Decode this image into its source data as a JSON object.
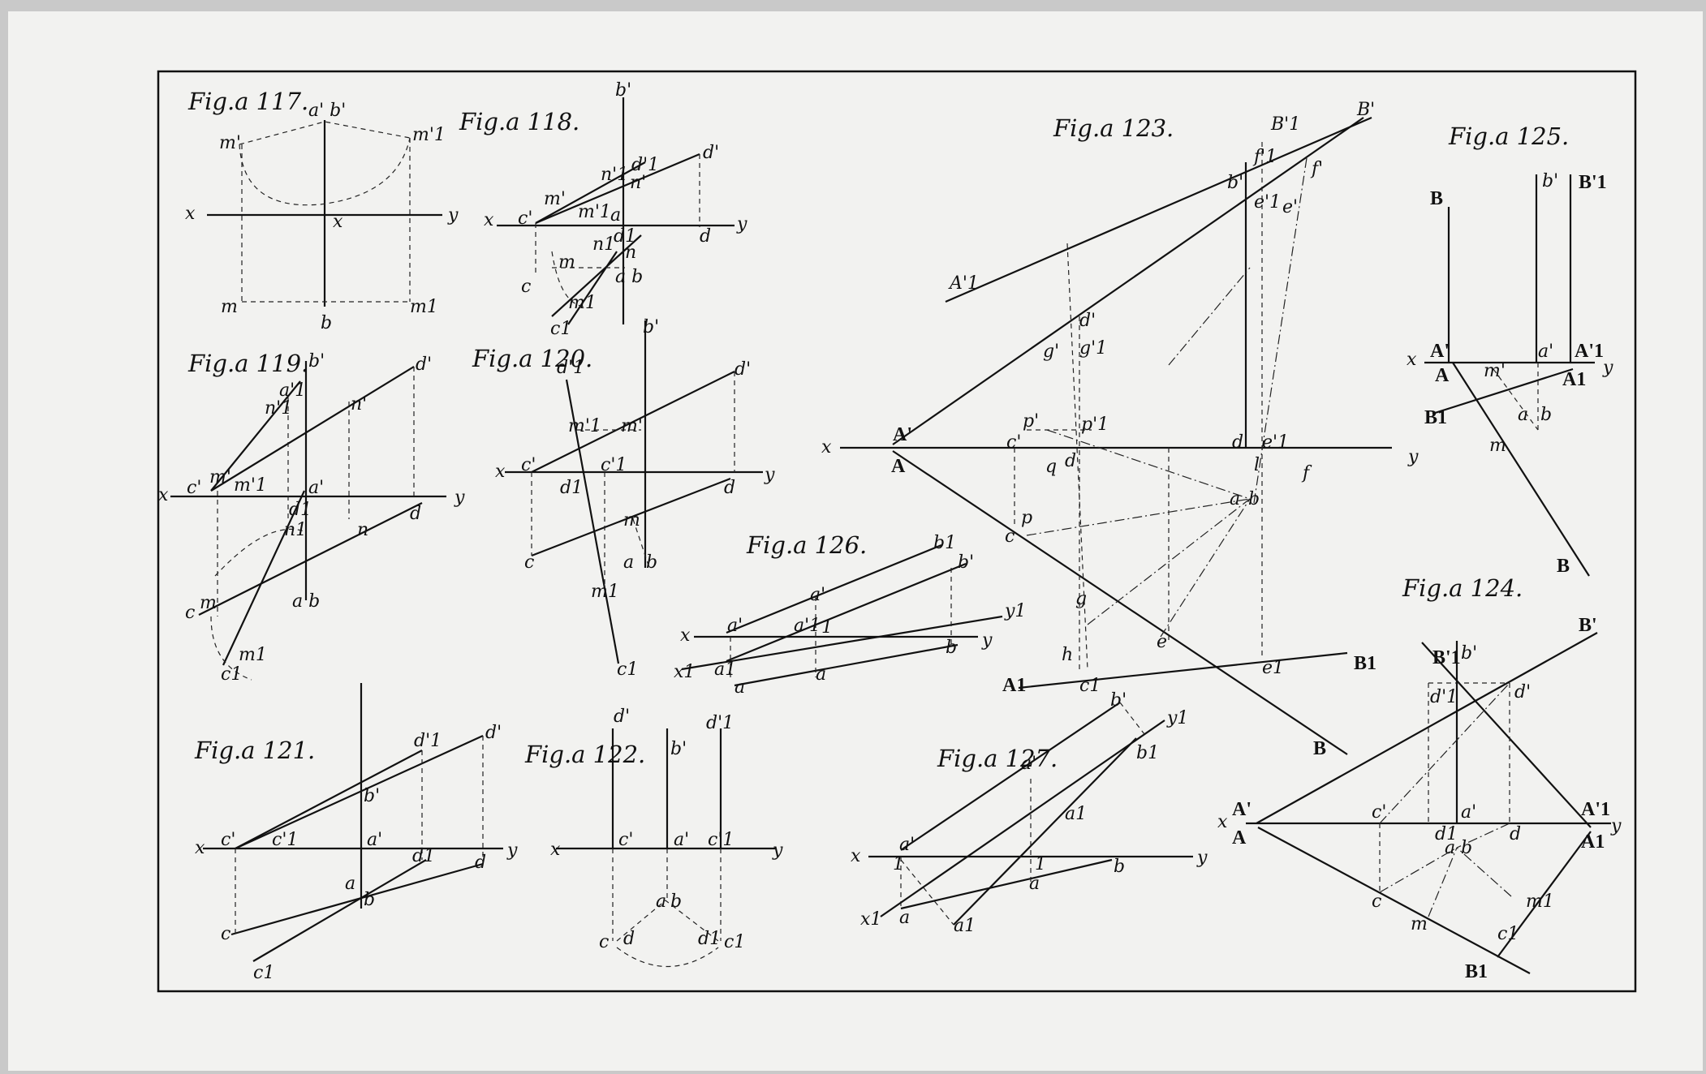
{
  "figures": [
    {
      "id": "117",
      "title": "Fig.a 117.",
      "labels": [
        "a' b'",
        "m'",
        "m'1",
        "x",
        "y",
        "x",
        "m",
        "b",
        "m1"
      ]
    },
    {
      "id": "118",
      "title": "Fig.a 118.",
      "labels": [
        "b'",
        "d'1",
        "d'",
        "n'1",
        "n'",
        "x",
        "c'",
        "m'",
        "m'1",
        "a'",
        "y",
        "d",
        "d1",
        "n1",
        "n",
        "c",
        "m",
        "a b",
        "c1",
        "m1"
      ]
    },
    {
      "id": "119",
      "title": "Fig.a 119.",
      "labels": [
        "a'1",
        "b'",
        "d'",
        "n'1",
        "n'",
        "x",
        "c'",
        "m'",
        "m'1",
        "a'",
        "y",
        "d1",
        "n1",
        "n",
        "d",
        "a b",
        "c",
        "m",
        "m1",
        "c1"
      ]
    },
    {
      "id": "120",
      "title": "Fig.a 120.",
      "labels": [
        "d'1",
        "b'",
        "d'",
        "m'1",
        "m'",
        "x",
        "c'",
        "c'1",
        "d1",
        "y",
        "d",
        "m",
        "a",
        "b",
        "c",
        "m1",
        "c1"
      ]
    },
    {
      "id": "121",
      "title": "Fig.a 121.",
      "labels": [
        "d'",
        "d'1",
        "b'",
        "x",
        "c'",
        "c'1",
        "a'",
        "y",
        "d1",
        "d",
        "a",
        "b",
        "c",
        "c1"
      ]
    },
    {
      "id": "122",
      "title": "Fig.a 122.",
      "labels": [
        "d'",
        "b'",
        "d'1",
        "x",
        "c'",
        "a'",
        "c'1",
        "y",
        "a",
        "b",
        "c",
        "d",
        "d1",
        "c1"
      ]
    },
    {
      "id": "123",
      "title": "Fig.a 123.",
      "labels": [
        "B'1",
        "B'",
        "A'1",
        "b'",
        "f'1",
        "f'",
        "e'1",
        "e'",
        "d'",
        "g'",
        "g'1",
        "x",
        "A'",
        "A",
        "p'",
        "p'1",
        "c'",
        "d",
        "e'1",
        "y",
        "q",
        "d",
        "a",
        "b",
        "l",
        "f",
        "c",
        "p",
        "g",
        "h",
        "A1",
        "c1",
        "e",
        "e1",
        "B1",
        "B"
      ]
    },
    {
      "id": "124",
      "title": "Fig.a 124.",
      "labels": [
        "B'1",
        "b'",
        "B'",
        "d'1",
        "d'",
        "x",
        "A'",
        "A",
        "c'",
        "a'",
        "A'1",
        "y",
        "d1",
        "d",
        "A1",
        "a",
        "b",
        "c",
        "m1",
        "m",
        "c1",
        "B1"
      ]
    },
    {
      "id": "125",
      "title": "Fig.a 125.",
      "labels": [
        "B",
        "b'",
        "B'1",
        "x",
        "A'",
        "A",
        "a'",
        "A'1",
        "y",
        "A1",
        "m'",
        "B1",
        "a",
        "b",
        "m",
        "B"
      ]
    },
    {
      "id": "126",
      "title": "Fig.a 126.",
      "labels": [
        "b1",
        "b'",
        "a'",
        "a'1",
        "1",
        "x",
        "a'",
        "y1",
        "b",
        "y",
        "x1",
        "a1",
        "a",
        "a"
      ]
    },
    {
      "id": "127",
      "title": "Fig.a 127.",
      "labels": [
        "b'",
        "y1",
        "b1",
        "a'",
        "a1",
        "x",
        "a'",
        "1",
        "b",
        "y",
        "1",
        "a",
        "x1",
        "a",
        "a1"
      ]
    }
  ]
}
